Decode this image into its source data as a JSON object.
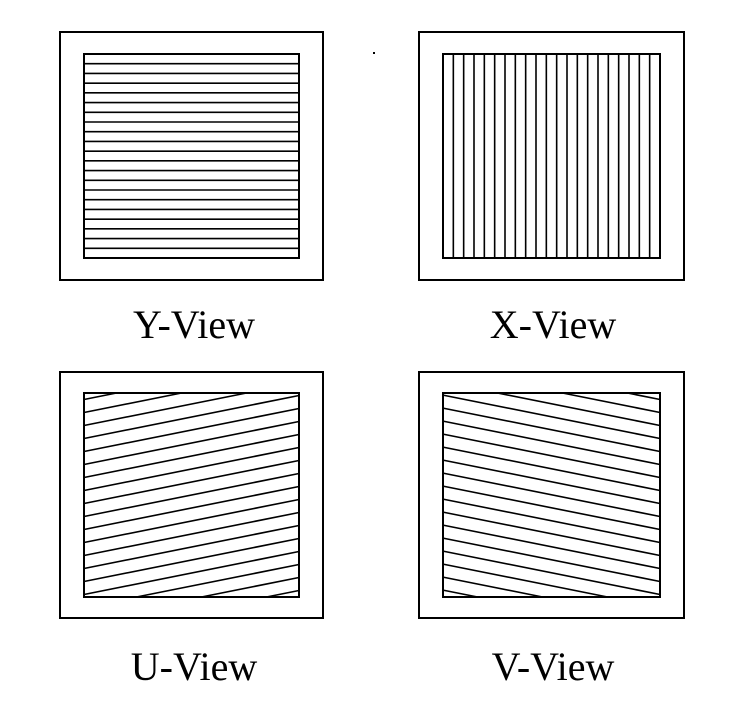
{
  "panels": [
    {
      "id": "y",
      "label": "Y-View",
      "strip_orientation": "horizontal"
    },
    {
      "id": "x",
      "label": "X-View",
      "strip_orientation": "vertical"
    },
    {
      "id": "u",
      "label": "U-View",
      "strip_orientation": "tilted-up"
    },
    {
      "id": "v",
      "label": "V-View",
      "strip_orientation": "tilted-down"
    }
  ],
  "colors": {
    "line": "#000000",
    "background": "#ffffff"
  }
}
